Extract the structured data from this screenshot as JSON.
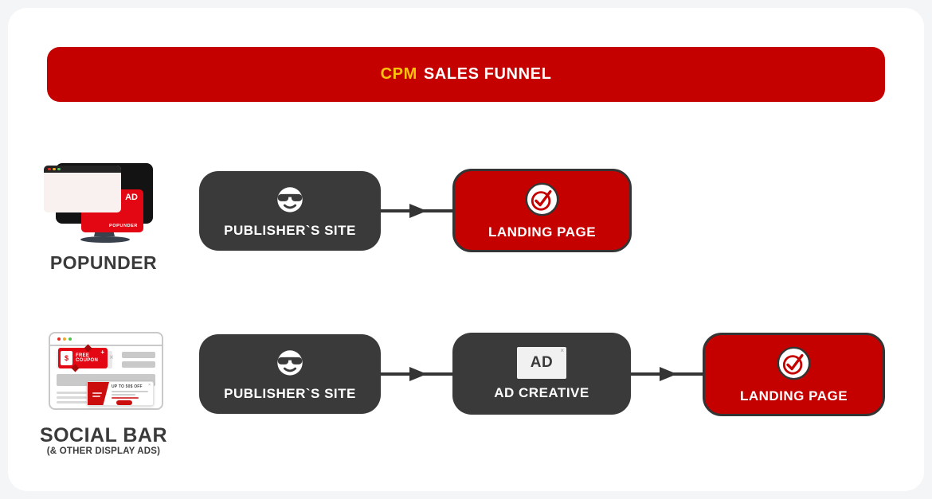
{
  "colors": {
    "funnel_red": "#c50100",
    "accent_yellow": "#fec20c",
    "dark_box": "#3a3a3a",
    "illustration_red": "#e30613",
    "page_background": "#f3f5f7"
  },
  "header": {
    "accent": "CPM",
    "rest": "SALES FUNNEL"
  },
  "rows": [
    {
      "label": "POPUNDER",
      "illustration": {
        "ad_badge": "AD",
        "ad_name": "POPUNDER"
      },
      "steps": [
        {
          "label": "PUBLISHER`S SITE",
          "icon": "cool-face"
        },
        {
          "label": "LANDING PAGE",
          "icon": "check-circle"
        }
      ]
    },
    {
      "label": "SOCIAL BAR",
      "sublabel": "(& OTHER DISPLAY ADS)",
      "illustration": {
        "coupon_dollar": "$",
        "coupon_plus": "+",
        "coupon_text": "FREE COUPON",
        "close": "×",
        "offer_title": "UP TO 50$ OFF",
        "offer_close": "×"
      },
      "steps": [
        {
          "label": "PUBLISHER`S SITE",
          "icon": "cool-face"
        },
        {
          "label": "AD CREATIVE",
          "icon": "ad-banner",
          "ad_text": "AD",
          "ad_close": "×"
        },
        {
          "label": "LANDING PAGE",
          "icon": "check-circle"
        }
      ]
    }
  ]
}
